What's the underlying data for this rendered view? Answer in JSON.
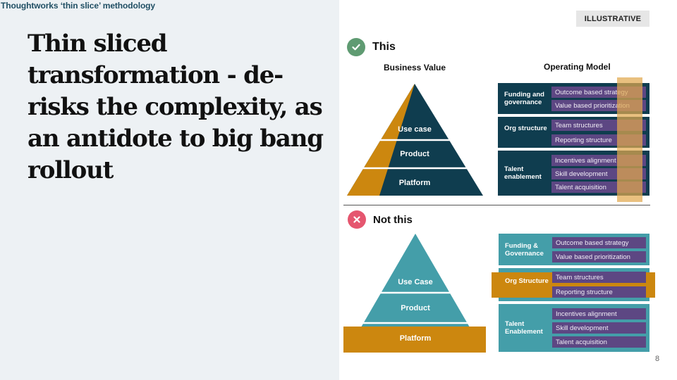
{
  "header": {
    "kicker": "Thoughtworks ‘thin slice’ methodology",
    "headline": "Thin sliced transformation - de-risks the complexity, as an antidote to big bang rollout",
    "tag": "ILLUSTRATIVE"
  },
  "colors": {
    "left_bg": "#edf1f4",
    "navy": "#0f3d4f",
    "teal": "#449ea9",
    "purple": "#5d4783",
    "orange": "#cc870f",
    "check_green": "#5f9b72",
    "cross_pink": "#e5566f"
  },
  "this_section": {
    "title": "This",
    "icon": "check-circle-icon",
    "business_value_title": "Business Value",
    "operating_model_title": "Operating Model",
    "pyramid": [
      "Use case",
      "Product",
      "Platform"
    ],
    "groups": [
      {
        "label": "Funding and governance",
        "items": [
          "Outcome based strategy",
          "Value based prioritization"
        ]
      },
      {
        "label": "Org structure",
        "items": [
          "Team structures",
          "Reporting structure"
        ]
      },
      {
        "label": "Talent enablement",
        "items": [
          "Incentives alignment",
          "Skill development",
          "Talent acquisition"
        ]
      }
    ]
  },
  "not_this_section": {
    "title": "Not this",
    "icon": "x-circle-icon",
    "pyramid": [
      "Use Case",
      "Product",
      "Platform"
    ],
    "groups": [
      {
        "label": "Funding & Governance",
        "items": [
          "Outcome based strategy",
          "Value based prioritization"
        ]
      },
      {
        "label": "Org Structure",
        "items": [
          "Team structures",
          "Reporting structure"
        ]
      },
      {
        "label": "Talent Enablement",
        "items": [
          "Incentives alignment",
          "Skill development",
          "Talent acquisition"
        ]
      }
    ]
  },
  "footer": {
    "page_number": "8"
  }
}
